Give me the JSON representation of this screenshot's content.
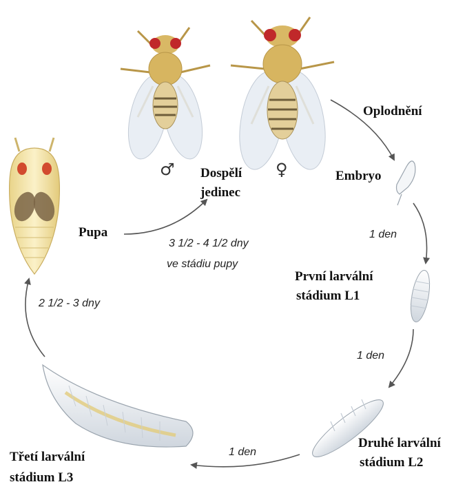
{
  "stages": {
    "fertilization": "Oplodnění",
    "embryo": "Embryo",
    "larva1_line1": "První larvální",
    "larva1_line2": "stádium L1",
    "larva2_line1": "Druhé larvální",
    "larva2_line2": "stádium L2",
    "larva3_line1": "Třetí larvální",
    "larva3_line2": "stádium L3",
    "pupa": "Pupa",
    "adult_line1": "Dospělí",
    "adult_line2": "jedinec"
  },
  "durations": {
    "embryo_to_l1": "1 den",
    "l1_to_l2": "1 den",
    "l2_to_l3": "1 den",
    "l3_to_pupa": "2 1/2 - 3 dny",
    "pupa_line1": "3 1/2 - 4 1/2 dny",
    "pupa_line2": "ve stádiu pupy"
  },
  "symbols": {
    "male": "♂",
    "female": "♀"
  },
  "colors": {
    "arrow": "#555555",
    "fly_body": "#d9b865",
    "fly_eye": "#c0282a",
    "wing": "#e6ecf3",
    "larva": "#eef1f4",
    "pupa": "#f2e3a6"
  }
}
